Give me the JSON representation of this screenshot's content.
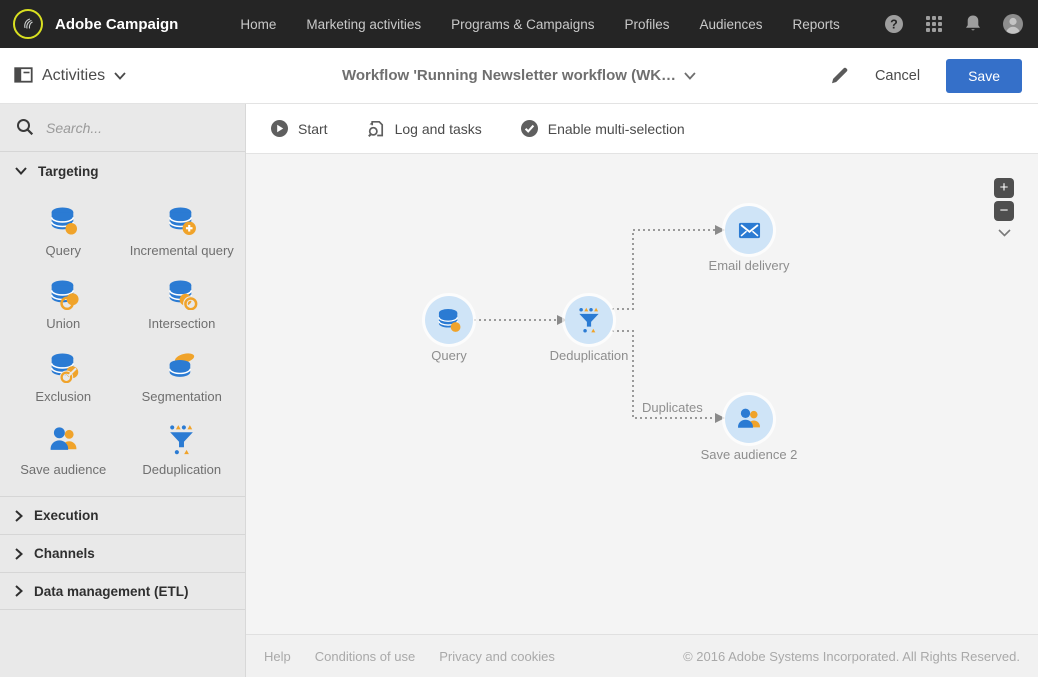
{
  "topnav": {
    "brand": "Adobe Campaign",
    "items": [
      "Home",
      "Marketing activities",
      "Programs & Campaigns",
      "Profiles",
      "Audiences",
      "Reports"
    ]
  },
  "header": {
    "nav_label": "Activities",
    "title": "Workflow 'Running Newsletter workflow (WK…",
    "cancel_label": "Cancel",
    "save_label": "Save"
  },
  "sidebar": {
    "search_placeholder": "Search...",
    "targeting_items": [
      {
        "label": "Query",
        "icon": "database-dot-icon"
      },
      {
        "label": "Incremental query",
        "icon": "database-plus-icon"
      },
      {
        "label": "Union",
        "icon": "database-union-icon"
      },
      {
        "label": "Intersection",
        "icon": "database-intersection-icon"
      },
      {
        "label": "Exclusion",
        "icon": "database-exclusion-icon"
      },
      {
        "label": "Segmentation",
        "icon": "segmentation-icon"
      },
      {
        "label": "Save audience",
        "icon": "people-icon"
      },
      {
        "label": "Deduplication",
        "icon": "funnel-icon"
      }
    ],
    "sections": [
      {
        "label": "Targeting",
        "expanded": true
      },
      {
        "label": "Execution",
        "expanded": false
      },
      {
        "label": "Channels",
        "expanded": false
      },
      {
        "label": "Data management (ETL)",
        "expanded": false
      }
    ]
  },
  "toolbar": {
    "items": [
      {
        "label": "Start",
        "icon": "play-circle-icon"
      },
      {
        "label": "Log and tasks",
        "icon": "log-search-icon"
      },
      {
        "label": "Enable multi-selection",
        "icon": "check-circle-icon"
      }
    ]
  },
  "canvas": {
    "nodes": [
      {
        "label": "Query",
        "icon": "database-dot-icon"
      },
      {
        "label": "Deduplication",
        "icon": "funnel-icon"
      },
      {
        "label": "Email delivery",
        "icon": "envelope-icon"
      },
      {
        "label": "Save audience 2",
        "icon": "people-icon"
      }
    ],
    "edge_label": "Duplicates",
    "zoom_in_label": "+",
    "zoom_out_label": "−"
  },
  "footer": {
    "links": [
      "Help",
      "Conditions of use",
      "Privacy and cookies"
    ],
    "copyright": "© 2016 Adobe Systems Incorporated. All Rights Reserved."
  },
  "colors": {
    "topnav_bg": "#252525",
    "accent_blue": "#2b7bd3",
    "accent_orange": "#f0a32a",
    "node_bg": "#cfe4f7",
    "save_button": "#3570c9",
    "logo_ring": "#d9e021"
  }
}
